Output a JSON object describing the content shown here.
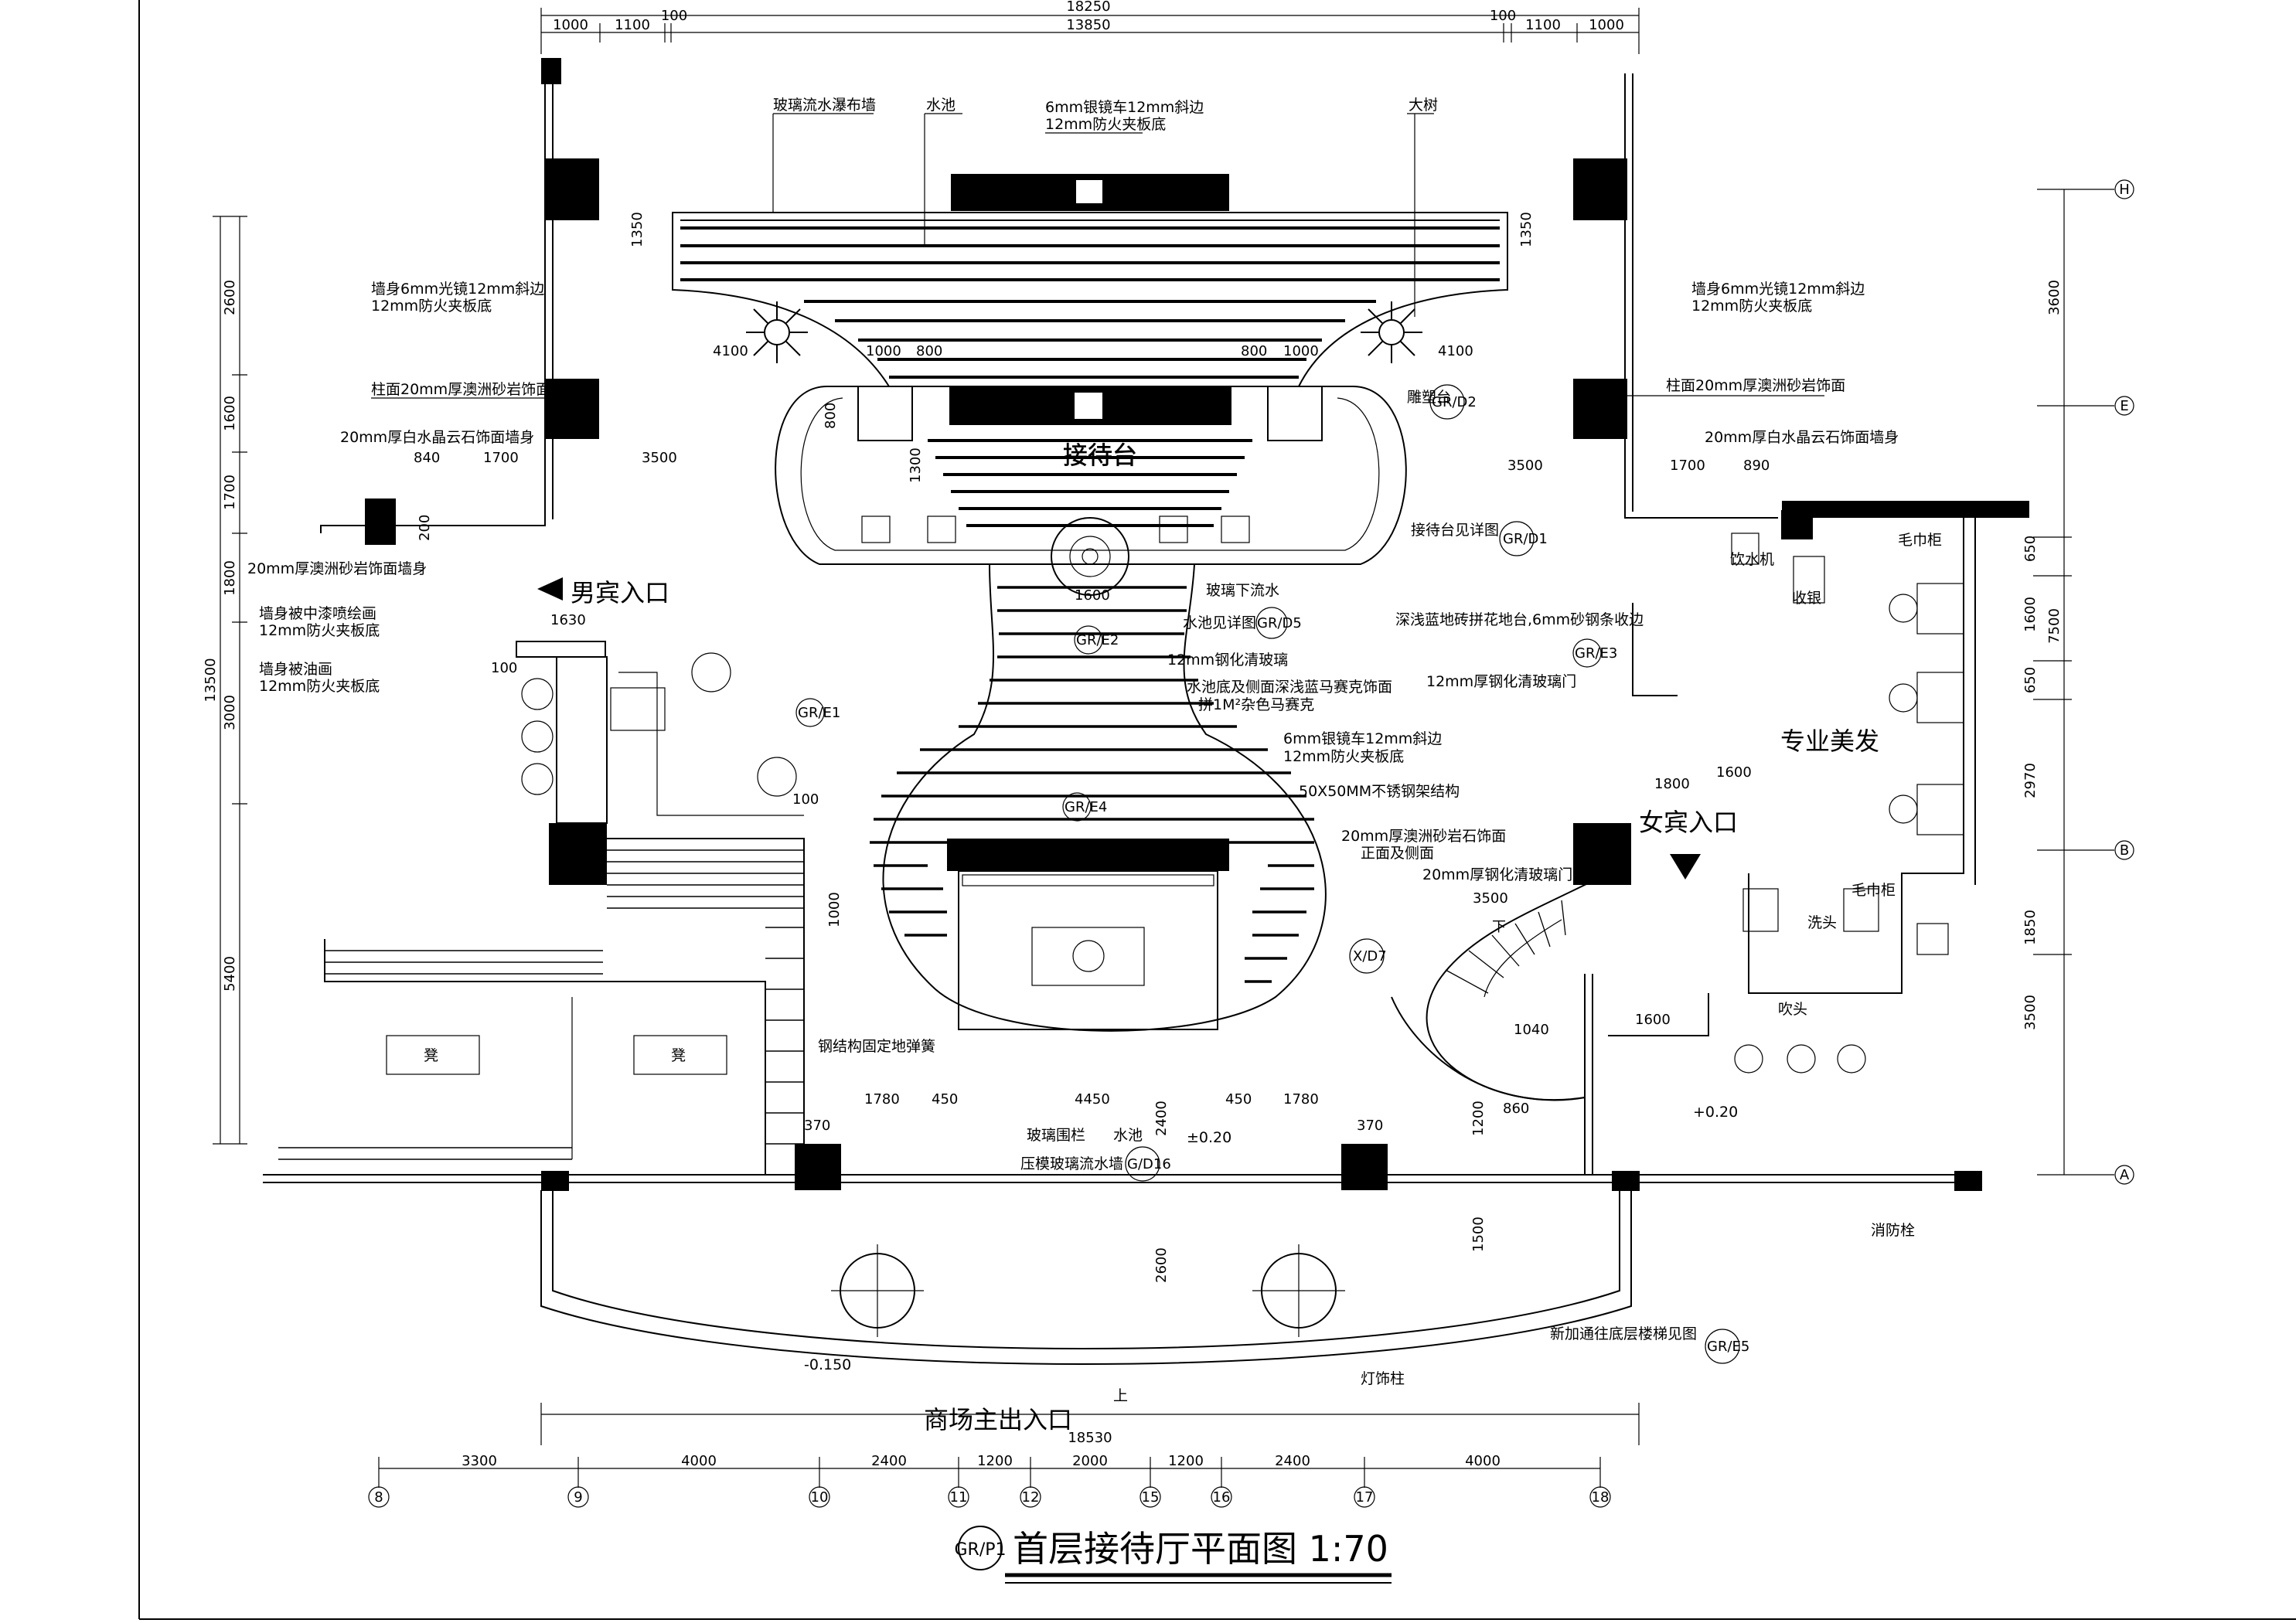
{
  "title": {
    "code": "GR/P1",
    "text": "首层接待厅平面图 1:70"
  },
  "rooms": {
    "reception_desk": "接待台",
    "male_entrance": "男宾入口",
    "female_entrance": "女宾入口",
    "hair_salon": "专业美发",
    "main_exit": "商场主出入口",
    "stool_left": "凳",
    "stool_right": "凳",
    "wash": "洗头",
    "blow": "吹头",
    "towel_cabinet_top": "毛巾柜",
    "towel_cabinet_bottom": "毛巾柜",
    "water_dispenser": "饮水机",
    "cashier": "收银",
    "fire_hydrant": "消防栓",
    "stair_down": "下",
    "stair_up": "上",
    "lamp_post": "灯饰柱"
  },
  "notes": {
    "glass_waterfall_wall": "玻璃流水瀑布墙",
    "pool_top": "水池",
    "mirror_top_1": "6mm银镜车12mm斜边",
    "mirror_top_2": "12mm防火夹板底",
    "big_tree": "大树",
    "wall_left_1": "墙身6mm光镜12mm斜边",
    "wall_left_2": "12mm防火夹板底",
    "wall_right_1": "墙身6mm光镜12mm斜边",
    "wall_right_2": "12mm防火夹板底",
    "column_left": "柱面20mm厚澳洲砂岩饰面",
    "column_right": "柱面20mm厚澳洲砂岩饰面",
    "crystal_left": "20mm厚白水晶云石饰面墙身",
    "crystal_right": "20mm厚白水晶云石饰面墙身",
    "sandstone_wall": "20mm厚澳洲砂岩饰面墙身",
    "wall_mural_1": "墙身被中漆喷绘画",
    "wall_mural_2": "12mm防火夹板底",
    "wall_paint_1": "墙身被油画",
    "wall_paint_2": "12mm防火夹板底",
    "carving_table": "雕塑台",
    "carving_ref": "GR/D2",
    "desk_detail": "接待台见详图",
    "desk_ref": "GR/D1",
    "glass_flow": "玻璃下流水",
    "pool_detail": "水池见详图",
    "pool_ref": "GR/D5",
    "tempered_glass": "12mm钢化清玻璃",
    "pool_bottom_1": "水池底及侧面深浅蓝马赛克饰面",
    "pool_bottom_2": "拼1M²杂色马赛克",
    "floor_tile": "深浅蓝地砖拼花地台,6mm砂钢条收边",
    "glass_door_right": "12mm厚钢化清玻璃门",
    "mirror_mid_1": "6mm银镜车12mm斜边",
    "mirror_mid_2": "12mm防火夹板底",
    "steel_frame": "50X50MM不锈钢架结构",
    "sandstone_front_1": "20mm厚澳洲砂岩石饰面",
    "sandstone_front_2": "正面及侧面",
    "glass_door_mid": "20mm厚钢化清玻璃门",
    "steel_screen": "钢结构固定地弹簧",
    "glass_rail": "玻璃围栏",
    "pool_bottom": "水池",
    "pressed_glass": "压模玻璃流水墙",
    "pressed_ref": "G/D16",
    "sandstone_ref": "X/D7",
    "stair_note": "新加通往底层楼梯见图",
    "stair_ref": "GR/E5",
    "elev_1": "+0.20",
    "elev_2": "±0.20",
    "elev_3": "-0.150",
    "ref_e1": "GR/E1",
    "ref_e2": "GR/E2",
    "ref_e3": "GR/E3",
    "ref_e4": "GR/E4"
  },
  "dimensions": {
    "top_total": "18250",
    "top": [
      "1000",
      "1100",
      "100",
      "13850",
      "100",
      "1100",
      "1000"
    ],
    "left_total": "13500",
    "left": [
      "2600",
      "1600",
      "1700",
      "1800",
      "3000",
      "5400"
    ],
    "right_upper": [
      "3600"
    ],
    "right_lower": [
      "650",
      "1600",
      "650",
      "2970",
      "1850",
      "3500"
    ],
    "right_total": "7500",
    "inner": [
      "4100",
      "1000",
      "800",
      "800",
      "1000",
      "4100",
      "1350",
      "1350",
      "840",
      "1700",
      "3500",
      "3500",
      "1700",
      "890",
      "1300",
      "1600",
      "1630",
      "100",
      "100",
      "1800",
      "3500",
      "1600",
      "1780",
      "450",
      "4450",
      "450",
      "1780",
      "370",
      "370",
      "2400",
      "2600",
      "1500",
      "1200",
      "1040",
      "860",
      "1000",
      "800",
      "200",
      "1600"
    ],
    "bottom_total": "18530",
    "bottom": [
      "3300",
      "4000",
      "2400",
      "1200",
      "2000",
      "1200",
      "2400",
      "4000"
    ]
  },
  "axes": {
    "bottom": [
      "8",
      "9",
      "10",
      "11",
      "12",
      "15",
      "16",
      "17",
      "18"
    ],
    "right": [
      "H",
      "E",
      "B",
      "A"
    ]
  }
}
